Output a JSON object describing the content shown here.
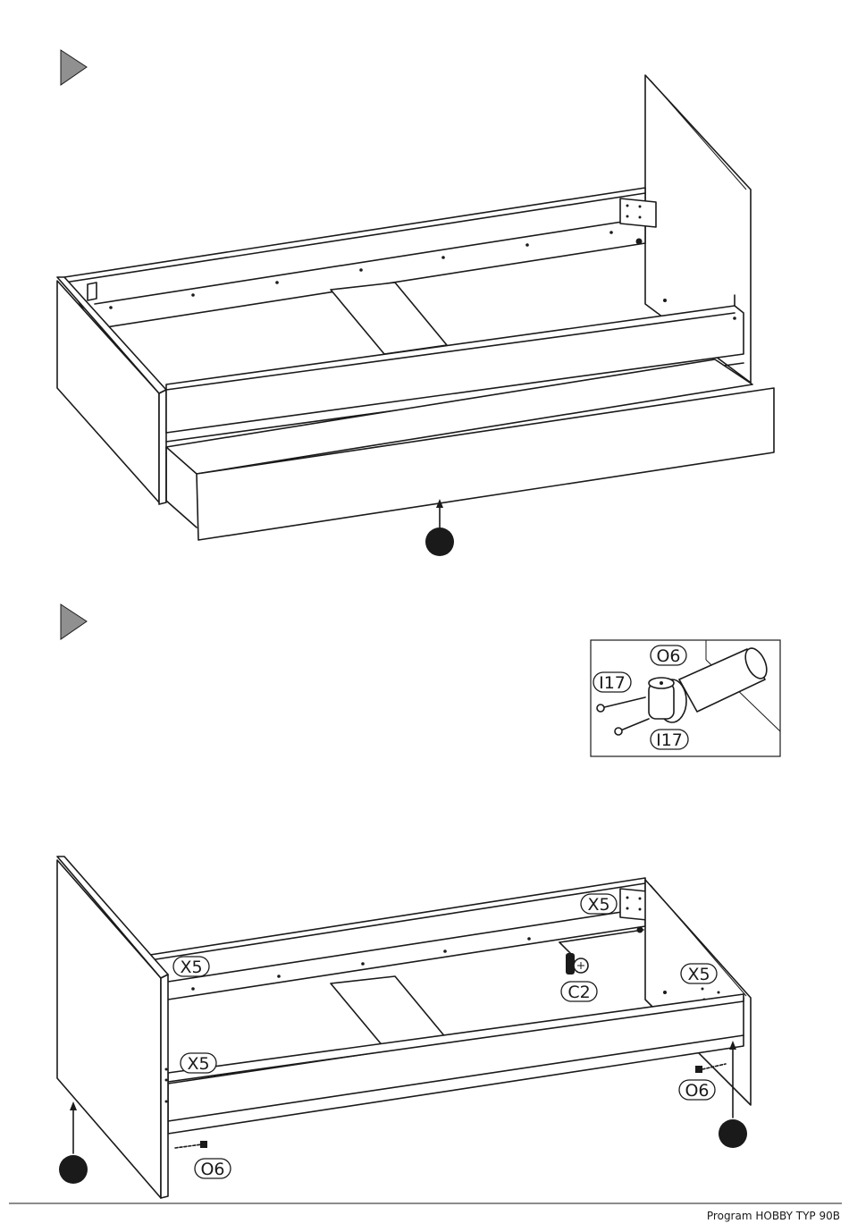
{
  "footer": {
    "text": "Program HOBBY TYP 90B"
  },
  "labels": {
    "o6_detail": "O6",
    "i17_top": "I17",
    "i17_bottom": "I17",
    "x5_back_right": "X5",
    "x5_back_left": "X5",
    "c2": "C2",
    "x5_right_side": "X5",
    "x5_left_front": "X5",
    "o6_right": "O6",
    "o6_left": "O6"
  },
  "colors": {
    "line": "#1a1a1a",
    "step_marker": "#909090",
    "background": "#ffffff"
  }
}
